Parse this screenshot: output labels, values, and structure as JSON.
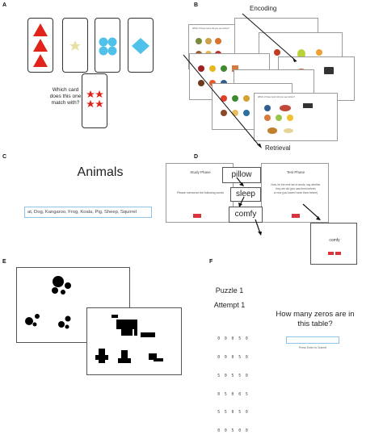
{
  "panels": {
    "a": {
      "letter": "A",
      "question": [
        "Which card",
        "does this one",
        "match with?"
      ],
      "colors": {
        "red": "#e0241b",
        "yellow": "#e8dfa4",
        "blue": "#4fc1ea"
      },
      "icons": [
        "triangle-icon",
        "star-icon",
        "circle-icon",
        "diamond-icon",
        "star-icon"
      ]
    },
    "b": {
      "letter": "B",
      "encoding_label": "Encoding",
      "retrieval_label": "Retrieval",
      "header_text": "Which of these items did you see before?",
      "icons": [
        "egg-icon",
        "avocado-icon",
        "bread-icon",
        "pepper-icon",
        "calculator-icon",
        "meat-icon",
        "fruit-icon"
      ]
    },
    "c": {
      "letter": "C",
      "title": "Animals",
      "input_value": "at, Dog, Kangaroo, Frog, Koala, Pig, Sheep, Squirrel"
    },
    "d": {
      "letter": "D",
      "study_title": "Study Phase",
      "study_text": "Please memorize the following words",
      "words": [
        "pillow",
        "sleep",
        "comfy"
      ],
      "test_title": "Test Phase",
      "test_text": [
        "Now, for the next set of words, say whether",
        "they are old (you saw them before)",
        "or new (you haven't seen them before)"
      ],
      "test_word": "comfy"
    },
    "e": {
      "letter": "E",
      "icons": [
        "dots-pattern-icon",
        "block-shapes-icon"
      ]
    },
    "f": {
      "letter": "F",
      "puzzle_title": "Puzzle 1",
      "attempt_label": "Attempt 1",
      "question": [
        "How many zeros are in",
        "this table?"
      ],
      "hint": "Press Enter to Submit",
      "grid_rows": [
        "0  0  0  5  0",
        "0  0  0  5  0",
        "5  0  5  5  0",
        "0  5  0  0  5",
        "5  5  0  5  0",
        "0  0  5  0  0"
      ]
    }
  }
}
